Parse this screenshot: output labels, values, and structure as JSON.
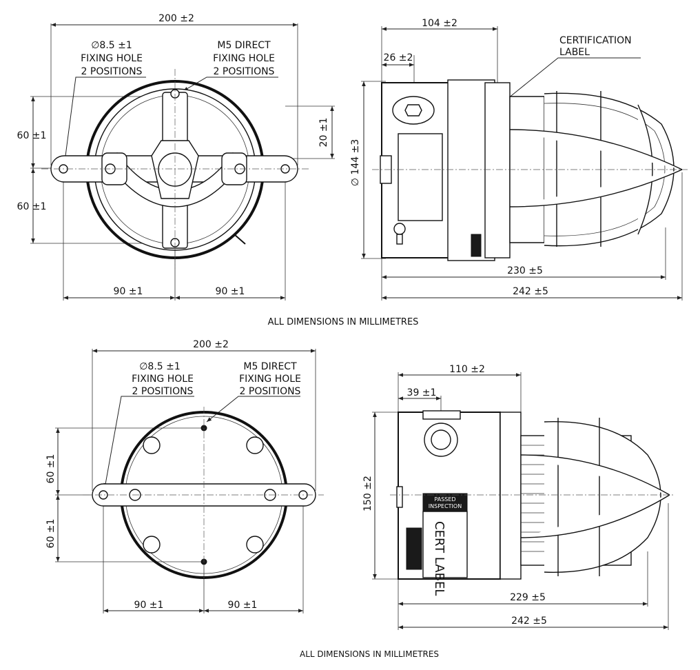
{
  "top": {
    "front": {
      "width_dim": "200 ±2",
      "hole_label": [
        "∅8.5 ±1",
        "FIXING HOLE",
        "2 POSITIONS"
      ],
      "m5_label": [
        "M5 DIRECT",
        "FIXING HOLE",
        "2 POSITIONS"
      ],
      "upper_dim": "60 ±1",
      "lower_dim": "60 ±1",
      "offset_dim": "20 ±1",
      "left_half": "90 ±1",
      "right_half": "90 ±1"
    },
    "side": {
      "depth_dim": "104 ±2",
      "pos_dim": "26 ±2",
      "cert_label": [
        "CERTIFICATION",
        "LABEL"
      ],
      "diameter_dim": "∅ 144 ±3",
      "length_a": "230 ±5",
      "length_b": "242 ±5"
    },
    "caption": "ALL DIMENSIONS IN MILLIMETRES"
  },
  "bottom": {
    "front": {
      "width_dim": "200 ±2",
      "hole_label": [
        "∅8.5 ±1",
        "FIXING HOLE",
        "2 POSITIONS"
      ],
      "m5_label": [
        "M5 DIRECT",
        "FIXING HOLE",
        "2 POSITIONS"
      ],
      "upper_dim": "60 ±1",
      "lower_dim": "60 ±1",
      "left_half": "90 ±1",
      "right_half": "90 ±1"
    },
    "side": {
      "depth_dim": "110 ±2",
      "pos_dim": "39 ±1",
      "height_dim": "150 ±2",
      "passed_label": [
        "PASSED",
        "INSPECTION"
      ],
      "cert_text": "CERT LABEL",
      "length_a": "229 ±5",
      "length_b": "242 ±5"
    },
    "caption": "ALL DIMENSIONS IN MILLIMETRES"
  }
}
